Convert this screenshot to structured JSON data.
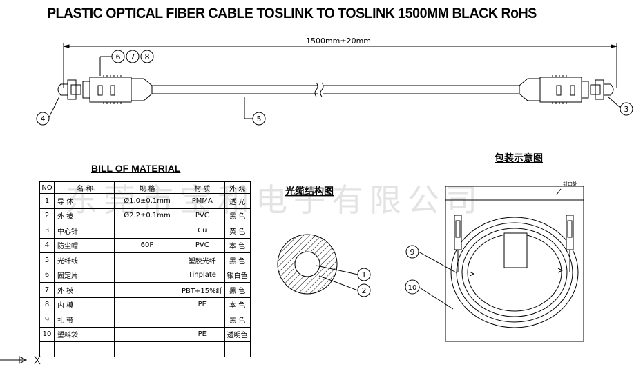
{
  "title": "PLASTIC OPTICAL FIBER CABLE TOSLINK TO TOSLINK 1500MM BLACK RoHS",
  "dimension": "1500mm±20mm",
  "callouts": {
    "c6": "6",
    "c7": "7",
    "c8": "8",
    "c4": "4",
    "c5": "5",
    "c3": "3",
    "c1": "1",
    "c2": "2",
    "c9": "9",
    "c10": "10"
  },
  "bom": {
    "title": "BILL OF MATERIAL",
    "headers": [
      "NO",
      "名  称",
      "规  格",
      "材  质",
      "外  观"
    ],
    "rows": [
      [
        "1",
        "导 体",
        "Ø1.0±0.1mm",
        "PMMA",
        "透 光"
      ],
      [
        "2",
        "外 被",
        "Ø2.2±0.1mm",
        "PVC",
        "黑 色"
      ],
      [
        "3",
        "中心针",
        "",
        "Cu",
        "黄 色"
      ],
      [
        "4",
        "防尘帽",
        "60P",
        "PVC",
        "本 色"
      ],
      [
        "5",
        "光纤线",
        "",
        "塑胶光纤",
        "黑 色"
      ],
      [
        "6",
        "固定片",
        "",
        "Tinplate",
        "银白色"
      ],
      [
        "7",
        "外 模",
        "",
        "PBT+15%纤",
        "黑 色"
      ],
      [
        "8",
        "内 模",
        "",
        "PE",
        "本 色"
      ],
      [
        "9",
        "扎 带",
        "",
        "",
        "黑 色"
      ],
      [
        "10",
        "塑料袋",
        "",
        "PE",
        "透明色"
      ],
      [
        "",
        "",
        "",
        "",
        ""
      ]
    ]
  },
  "cross_section_title": "光缆结构图",
  "packaging_title": "包装示意图",
  "packaging_note": "封口处",
  "watermark": "东莞市宝和电子有限公司",
  "colors": {
    "line": "#000000",
    "hatch": "#000000",
    "background": "#ffffff"
  }
}
